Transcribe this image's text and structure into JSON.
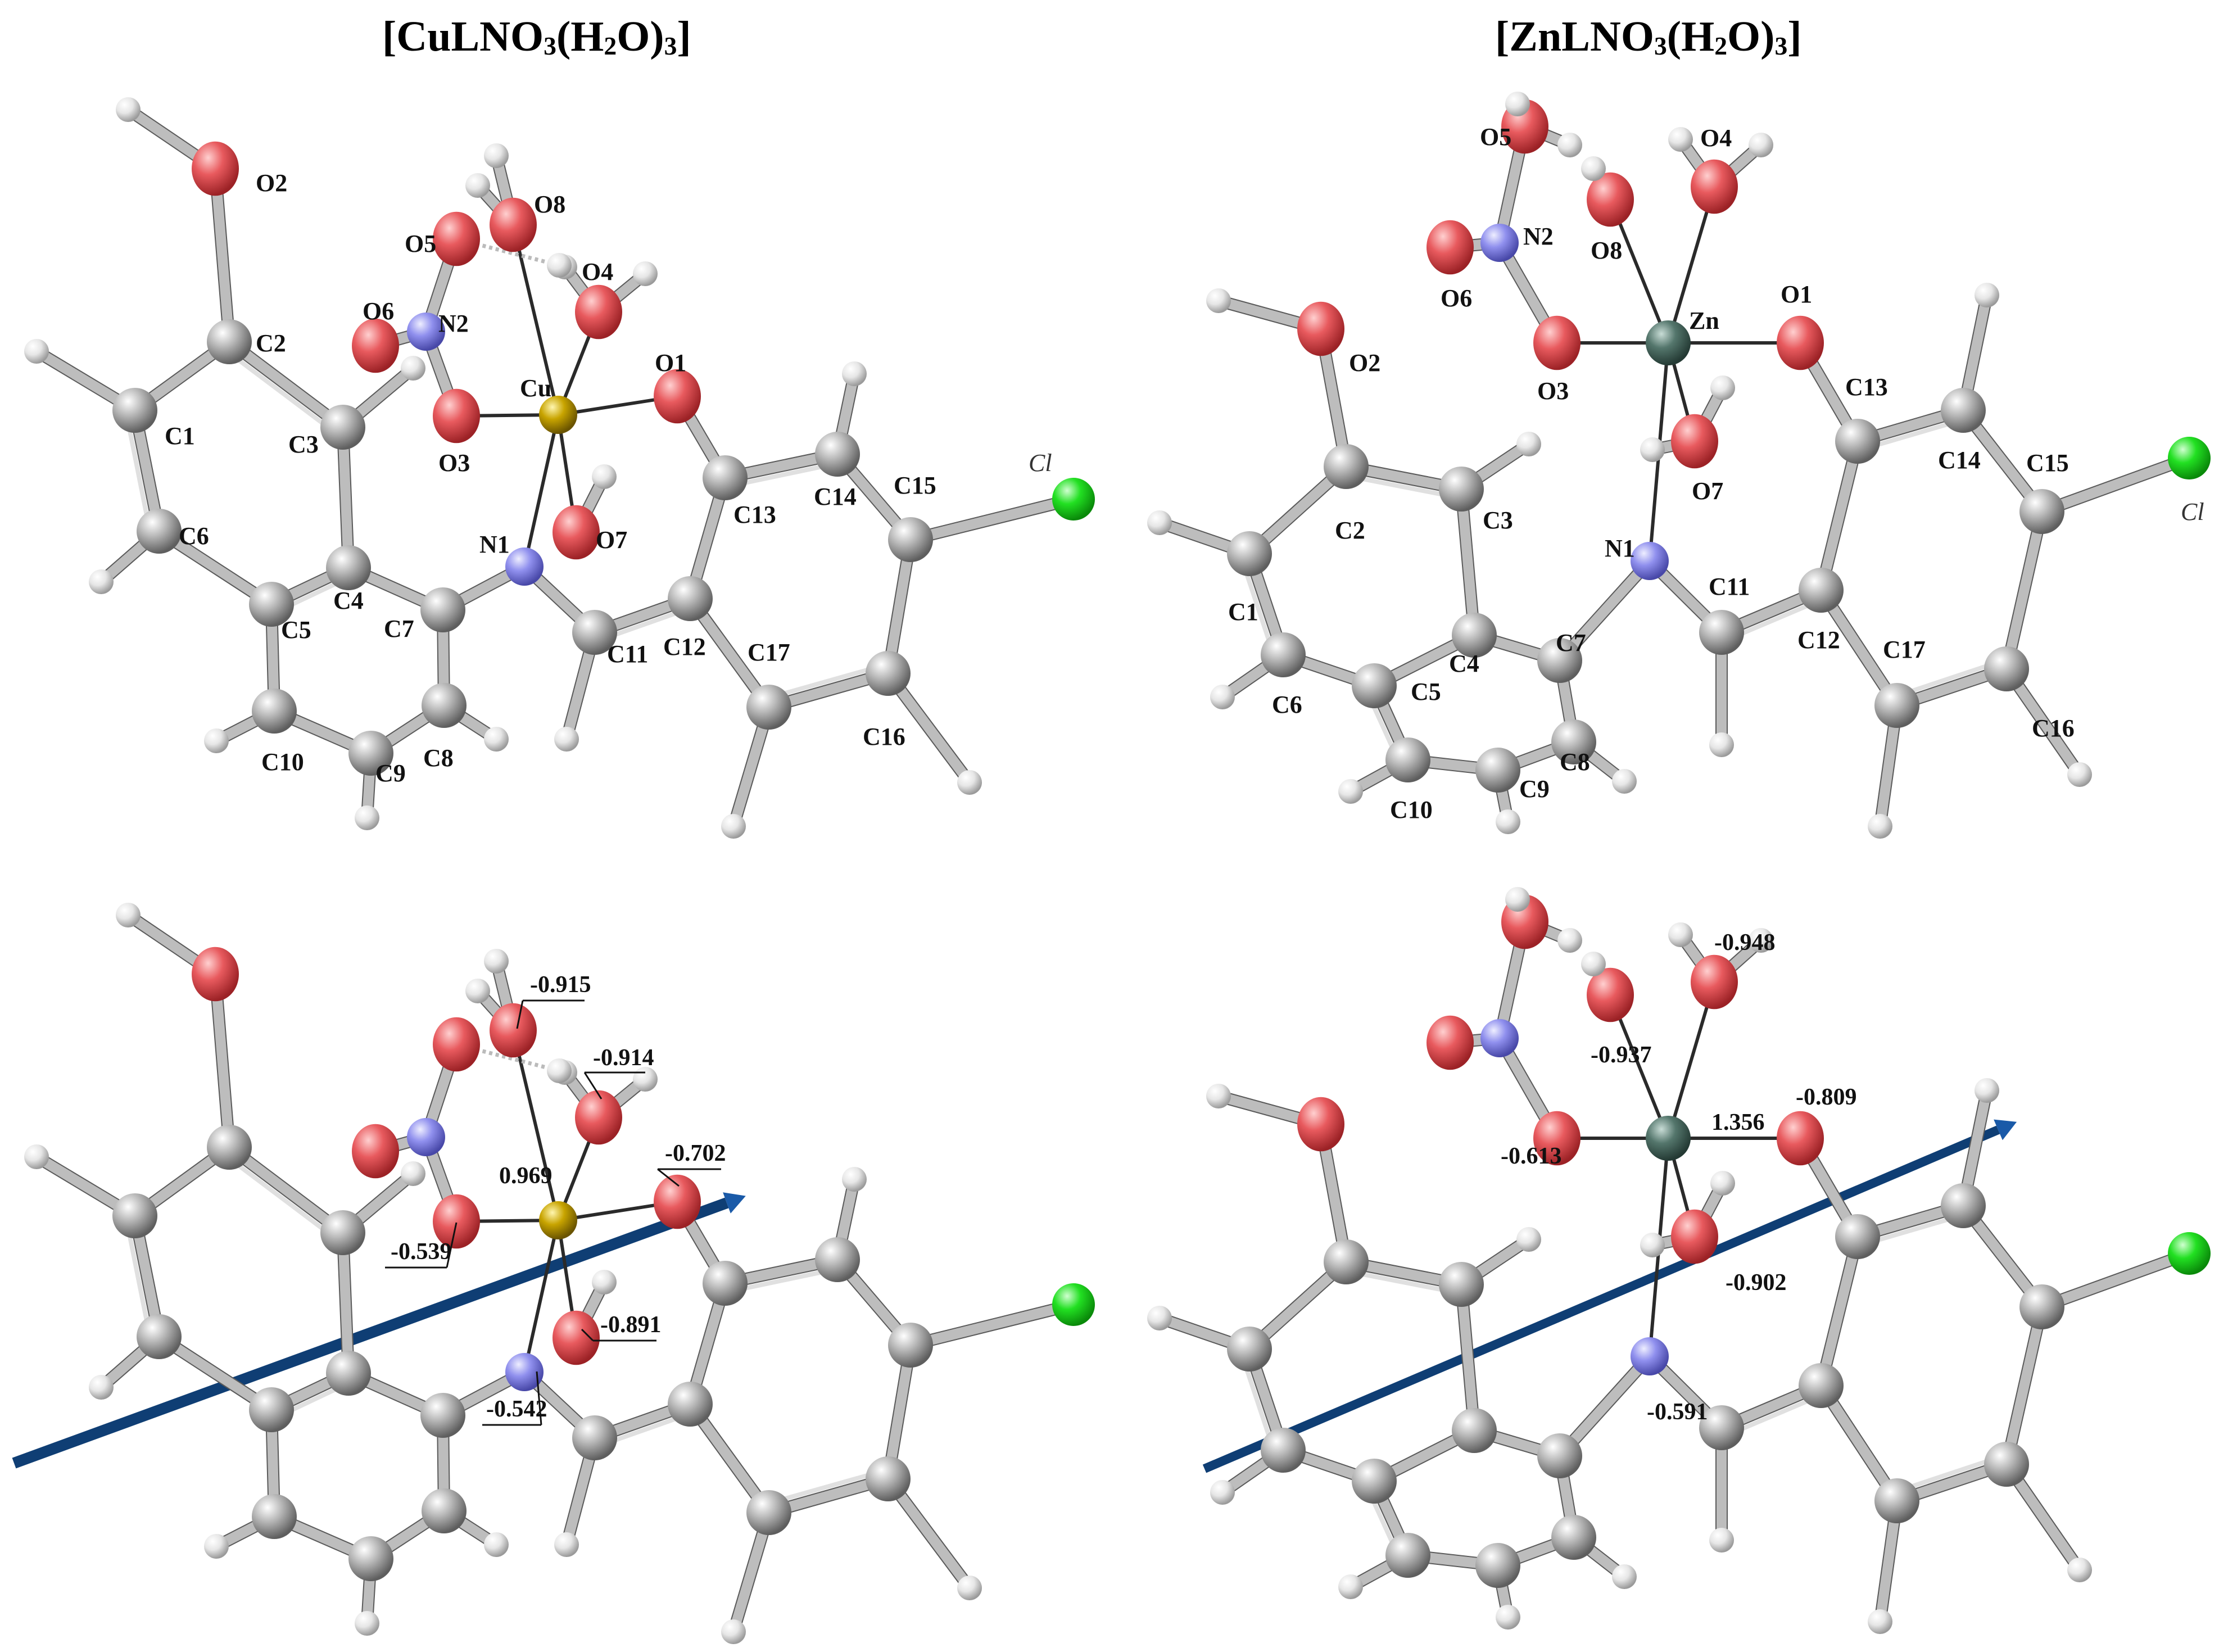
{
  "titles": {
    "left": "[CuLNO3(H2O)3]",
    "right": "[ZnLNO3(H2O)3]"
  },
  "atom_labels": {
    "O2": "O2",
    "C2": "C2",
    "C1": "C1",
    "C3": "C3",
    "C6": "C6",
    "C5": "C5",
    "C4": "C4",
    "C7": "C7",
    "C10": "C10",
    "C9": "C9",
    "C8": "C8",
    "O5": "O5",
    "O6": "O6",
    "N2": "N2",
    "O8": "O8",
    "O4": "O4",
    "O3": "O3",
    "O1": "O1",
    "O7": "O7",
    "N1": "N1",
    "C11": "C11",
    "C12": "C12",
    "C13": "C13",
    "C14": "C14",
    "C15": "C15",
    "C16": "C16",
    "C17": "C17",
    "Cl": "Cl",
    "Cu": "Cu",
    "Zn": "Zn"
  },
  "charges_cu": {
    "O8": "-0.915",
    "O4": "-0.914",
    "O1": "-0.702",
    "Cu": "0.969",
    "O3": "-0.539",
    "O7": "-0.891",
    "N1": "-0.542"
  },
  "charges_zn": {
    "O4": "-0.948",
    "O8": "-0.937",
    "O1": "-0.809",
    "Zn": "1.356",
    "O3": "-0.613",
    "O7": "-0.902",
    "N1": "-0.591"
  },
  "colors": {
    "carbon": "#9a9a9a",
    "hydrogen": "#dedede",
    "oxygen": "#e0525a",
    "nitrogen": "#8a8ae8",
    "chlorine": "#22dd22",
    "copper": "#c8a400",
    "zinc": "#4f6f66",
    "dipole": "#1a5aa8"
  }
}
